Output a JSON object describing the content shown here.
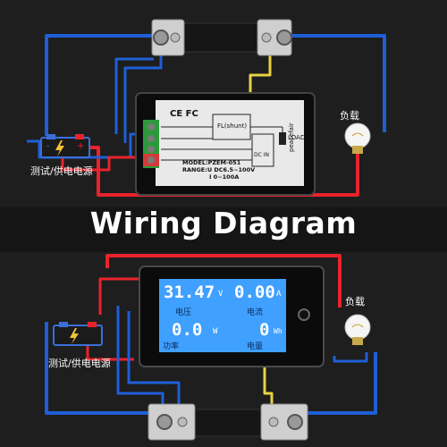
{
  "title": "Wiring Diagram",
  "top_section": {
    "battery_label": "测试/供电电源",
    "bulb_label": "负载",
    "module": {
      "certifications": "CE FC",
      "shunt_label": "FL(shunt)",
      "load_label": "LOAD",
      "dc_in_label": "DC IN",
      "brand": "peacefair",
      "model": "MODEL:PZEM-051",
      "range_voltage": "RANGE:U DC6.5~100V",
      "range_current": "I 0~100A"
    }
  },
  "bottom_section": {
    "battery_label": "测试/供电电源",
    "bulb_label": "负载",
    "display": {
      "voltage": "31.47",
      "voltage_unit": "V",
      "current": "0.00",
      "current_unit": "A",
      "voltage_caption": "电压",
      "current_caption": "电流",
      "power": "0.0",
      "power_unit": "W",
      "energy": "0",
      "energy_unit": "Wh",
      "power_caption": "功率",
      "energy_caption": "电量"
    }
  },
  "colors": {
    "wire_red": "#e8232c",
    "wire_blue": "#1f5fd6",
    "wire_yellow": "#e6d243",
    "lcd_background": "#3fa0ff",
    "lcd_text": "#ffffff"
  }
}
